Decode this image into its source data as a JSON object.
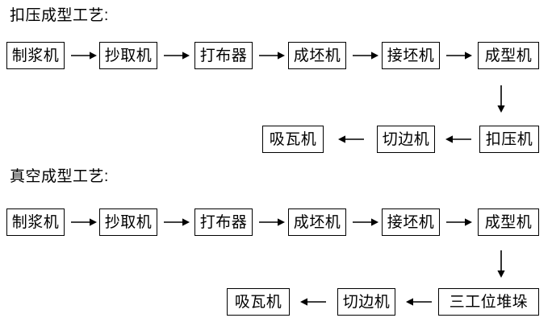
{
  "diagram": {
    "type": "process-flowchart",
    "language": "zh-CN",
    "colors": {
      "background": "#ffffff",
      "stroke": "#000000",
      "text": "#000000"
    },
    "sections": [
      {
        "id": "kouya",
        "title": "扣压成型工艺:",
        "rows": [
          {
            "direction": "left-to-right",
            "nodes": [
              "制浆机",
              "抄取机",
              "打布器",
              "成坯机",
              "接坯机",
              "成型机"
            ]
          },
          {
            "direction": "right-to-left",
            "nodes": [
              "吸瓦机",
              "切边机",
              "扣压机"
            ]
          }
        ],
        "connector": "down-arrow"
      },
      {
        "id": "zhenkong",
        "title": "真空成型工艺:",
        "rows": [
          {
            "direction": "left-to-right",
            "nodes": [
              "制浆机",
              "抄取机",
              "打布器",
              "成坯机",
              "接坯机",
              "成型机"
            ]
          },
          {
            "direction": "right-to-left",
            "nodes": [
              "吸瓦机",
              "切边机",
              "三工位堆垛"
            ]
          }
        ],
        "connector": "down-arrow"
      }
    ],
    "nodes": {
      "s1r1n1": "制浆机",
      "s1r1n2": "抄取机",
      "s1r1n3": "打布器",
      "s1r1n4": "成坯机",
      "s1r1n5": "接坯机",
      "s1r1n6": "成型机",
      "s1r2n1": "吸瓦机",
      "s1r2n2": "切边机",
      "s1r2n3": "扣压机",
      "s2r1n1": "制浆机",
      "s2r1n2": "抄取机",
      "s2r1n3": "打布器",
      "s2r1n4": "成坯机",
      "s2r1n5": "接坯机",
      "s2r1n6": "成型机",
      "s2r2n1": "吸瓦机",
      "s2r2n2": "切边机",
      "s2r2n3": "三工位堆垛"
    },
    "titles": {
      "section1": "扣压成型工艺:",
      "section2": "真空成型工艺:"
    }
  }
}
